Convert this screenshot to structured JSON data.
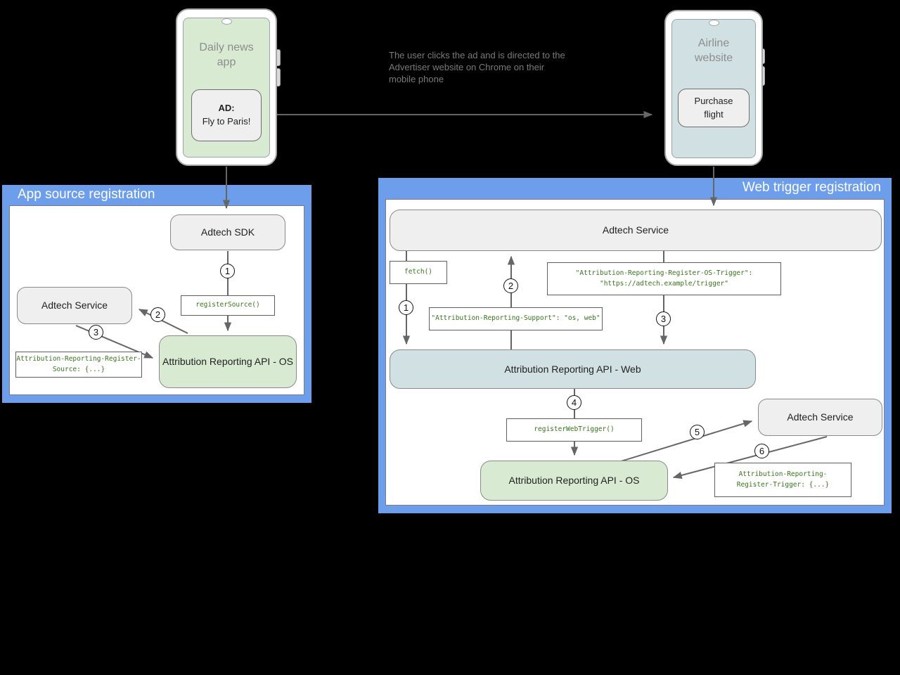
{
  "scene": {
    "caption": "The user clicks the ad and is directed to the Advertiser website on Chrome on their mobile phone"
  },
  "publisher_phone": {
    "app_name": "Daily news\napp",
    "ad_title": "AD:",
    "ad_text": "Fly to Paris!"
  },
  "advertiser_phone": {
    "site_name": "Airline\nwebsite",
    "button_label": "Purchase\nflight"
  },
  "app_source_panel": {
    "title": "App source registration",
    "boxes": {
      "adtech_sdk": "Adtech SDK",
      "register_source": "registerSource()",
      "adtech_service": "Adtech Service",
      "register_source_header": "Attribution-Reporting-Register-\nSource: {...}",
      "api_os": "Attribution Reporting API - OS"
    },
    "steps": [
      "1",
      "2",
      "3"
    ]
  },
  "web_trigger_panel": {
    "title": "Web trigger registration",
    "boxes": {
      "adtech_service": "Adtech Service",
      "fetch": "fetch()",
      "os_trigger_header": "\"Attribution-Reporting-Register-OS-Trigger\":\n\"https://adtech.example/trigger\"",
      "support_header": "\"Attribution-Reporting-Support\": \"os, web\"",
      "api_web": "Attribution Reporting API - Web",
      "register_web_trigger": "registerWebTrigger()",
      "adtech_service_2": "Adtech Service",
      "api_os": "Attribution Reporting API - OS",
      "register_trigger_header": "Attribution-Reporting-\nRegister-Trigger: {...}"
    },
    "steps": [
      "1",
      "2",
      "3",
      "4",
      "5",
      "6"
    ]
  },
  "colors": {
    "panel_blue": "#6d9eeb",
    "node_green": "#d9ead3",
    "node_blue": "#d0e0e3",
    "node_gray": "#efefef",
    "code_green": "#38761d",
    "arrow_gray": "#666666",
    "background": "#000000"
  }
}
